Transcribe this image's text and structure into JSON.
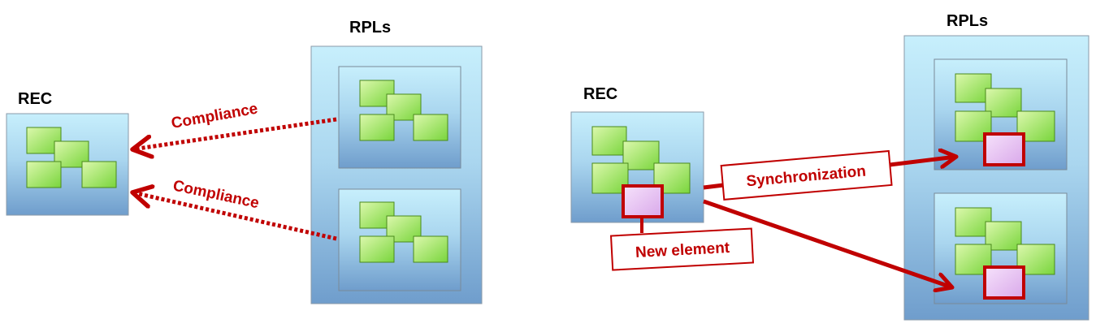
{
  "left": {
    "rec_label": "REC",
    "rpls_label": "RPLs",
    "compliance_top": "Compliance",
    "compliance_bottom": "Compliance"
  },
  "right": {
    "rec_label": "REC",
    "rpls_label": "RPLs",
    "synchronization": "Synchronization",
    "new_element": "New element"
  },
  "colors": {
    "panel_top": "#c5edfb",
    "panel_bottom": "#6e9ccb",
    "green_light": "#d3f59d",
    "green_dark": "#78d43a",
    "new_element_fill": "#e6bff0",
    "accent_red": "#c00000"
  }
}
